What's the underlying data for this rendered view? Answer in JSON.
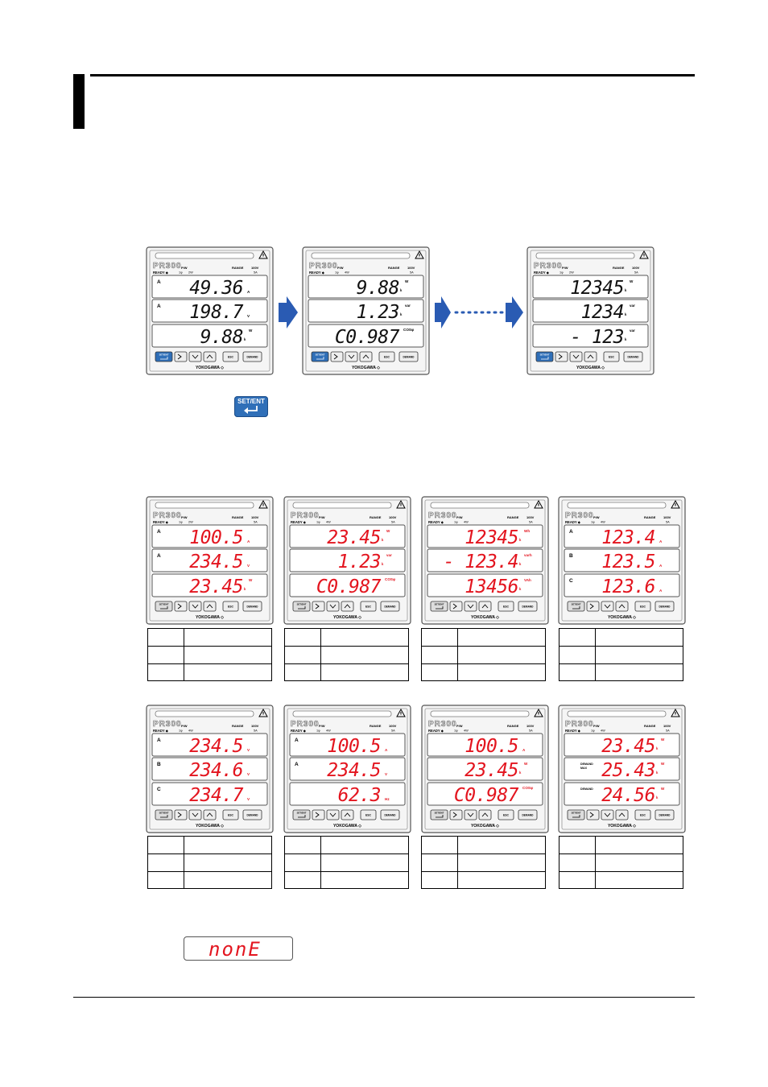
{
  "device": {
    "brand": "YOKOGAWA",
    "model": "PR300",
    "header": {
      "status": "READY",
      "phase": "1φ",
      "wire": "2W",
      "wire3": "4W",
      "range": "RANGE",
      "volt": "100V",
      "amp": "5A"
    },
    "keys": {
      "set": "SET/ENT",
      "esc": "ESC",
      "demand": "DEMAND"
    }
  },
  "transition_panels": [
    {
      "rows": [
        {
          "pre": "A",
          "val": "49.36",
          "unit": "A"
        },
        {
          "pre": "A",
          "val": "198.7",
          "unit": "V"
        },
        {
          "pre": "",
          "val": "9.88",
          "unit": "k W"
        }
      ],
      "set_active": true
    },
    {
      "rows": [
        {
          "pre": "",
          "val": "9.88",
          "unit": "k W"
        },
        {
          "pre": "",
          "val": "1.23",
          "unit": "k var"
        },
        {
          "pre": "",
          "val": "C0.987",
          "unit": "COSφ"
        }
      ],
      "set_active": true
    },
    {
      "rows": [
        {
          "pre": "",
          "val": "12345",
          "unit": "k W"
        },
        {
          "pre": "",
          "val": "1234",
          "unit": "k var"
        },
        {
          "pre": "",
          "val": "- 123",
          "unit": "k var"
        }
      ],
      "set_active": true
    }
  ],
  "key_icon_label": "SET/ENT",
  "grid_panels": [
    {
      "rows": [
        {
          "pre": "A",
          "val": "100.5",
          "unit": "A"
        },
        {
          "pre": "A",
          "val": "234.5",
          "unit": "V"
        },
        {
          "pre": "",
          "val": "23.45",
          "unit": "k W"
        }
      ]
    },
    {
      "rows": [
        {
          "pre": "",
          "val": "23.45",
          "unit": "k W"
        },
        {
          "pre": "",
          "val": "1.23",
          "unit": "k var"
        },
        {
          "pre": "",
          "val": "C0.987",
          "unit": "COSφ"
        }
      ]
    },
    {
      "rows": [
        {
          "pre": "",
          "val": "12345",
          "unit": "k Wh"
        },
        {
          "pre": "",
          "val": "- 123.4",
          "unit": "k varh"
        },
        {
          "pre": "",
          "val": "13456",
          "unit": "k VAh"
        }
      ]
    },
    {
      "rows": [
        {
          "pre": "A",
          "val": "123.4",
          "unit": "A"
        },
        {
          "pre": "B",
          "val": "123.5",
          "unit": "A"
        },
        {
          "pre": "C",
          "val": "123.6",
          "unit": "A"
        }
      ]
    },
    {
      "rows": [
        {
          "pre": "A",
          "val": "234.5",
          "unit": "V"
        },
        {
          "pre": "B",
          "val": "234.6",
          "unit": "V"
        },
        {
          "pre": "C",
          "val": "234.7",
          "unit": "V"
        }
      ]
    },
    {
      "rows": [
        {
          "pre": "A",
          "val": "100.5",
          "unit": "A"
        },
        {
          "pre": "A",
          "val": "234.5",
          "unit": "V"
        },
        {
          "pre": "",
          "val": "62.3",
          "unit": "Hz"
        }
      ]
    },
    {
      "rows": [
        {
          "pre": "",
          "val": "100.5",
          "unit": "A"
        },
        {
          "pre": "",
          "val": "23.45",
          "unit": "k W"
        },
        {
          "pre": "",
          "val": "C0.987",
          "unit": "COSφ"
        }
      ]
    },
    {
      "rows": [
        {
          "pre": "",
          "val": "23.45",
          "unit": "k W"
        },
        {
          "pre": "DEMAND MAX",
          "val": "25.43",
          "unit": "k W"
        },
        {
          "pre": "DEMAND",
          "val": "24.56",
          "unit": "k W"
        }
      ]
    }
  ],
  "none_display": "nonE"
}
